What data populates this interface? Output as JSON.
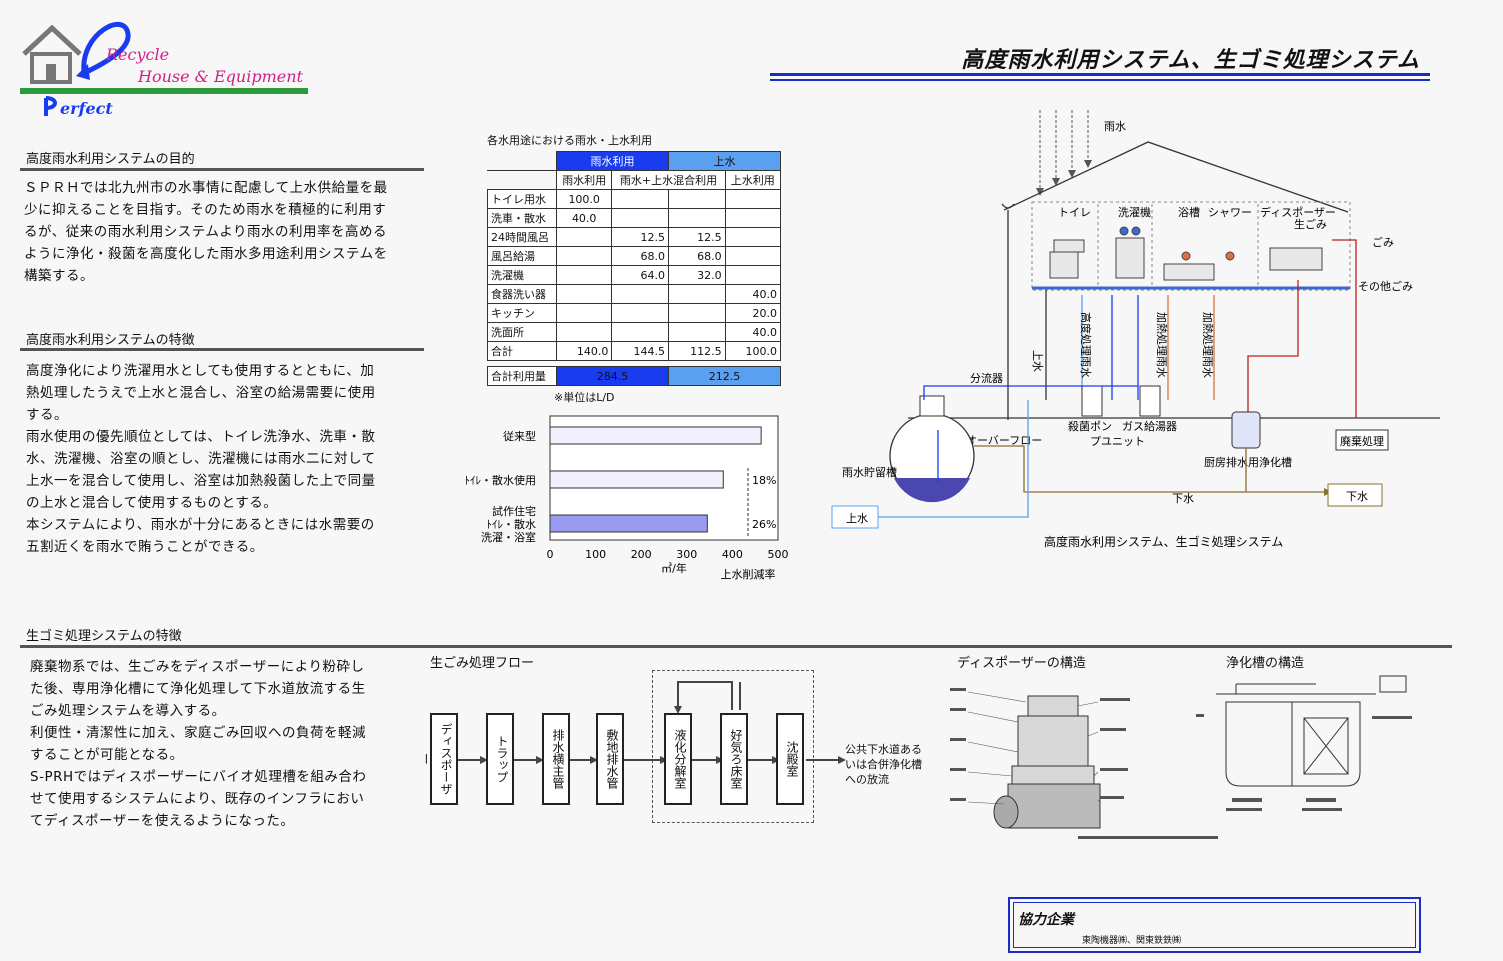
{
  "logo": {
    "line1": "Recycle",
    "line2": "House & Equipment",
    "line3": "erfect"
  },
  "page_title": "高度雨水利用システム、生ゴミ処理システム",
  "section1": {
    "heading": "高度雨水利用システムの目的",
    "lines": [
      "ＳＰＲＨでは北九州市の水事情に配慮して上水供給量を最",
      "少に抑えることを目指す。そのため雨水を積極的に利用す",
      "るが、従来の雨水利用システムより雨水の利用率を高める",
      "ように浄化・殺菌を高度化した雨水多用途利用システムを",
      "構築する。"
    ]
  },
  "section2": {
    "heading": "高度雨水利用システムの特徴",
    "lines": [
      "高度浄化により洗濯用水としても使用するとともに、加",
      "熱処理したうえで上水と混合し、浴室の給湯需要に使用",
      "する。",
      "雨水使用の優先順位としては、トイレ洗浄水、洗車・散",
      "水、洗濯機、浴室の順とし、洗濯機には雨水二に対して",
      "上水一を混合して使用し、浴室は加熱殺菌した上で同量",
      "の上水と混合して使用するものとする。",
      "本システムにより、雨水が十分にあるときには水需要の",
      "五割近くを雨水で賄うことができる。"
    ]
  },
  "section3": {
    "heading": "生ゴミ処理システムの特徴",
    "lines": [
      "廃棄物系では、生ごみをディスポーザーにより粉砕し",
      "た後、専用浄化槽にて浄化処理して下水道放流する生",
      "ごみ処理システムを導入する。",
      "利便性・清潔性に加え、家庭ごみ回収への負荷を軽減",
      "することが可能となる。",
      "S-PRHではディスポーザーにバイオ処理槽を組み合わ",
      "せて使用するシステムにより、既存のインフラにおい",
      "てディスポーザーを使えるようになった。"
    ]
  },
  "table": {
    "caption": "各水用途における雨水・上水利用",
    "group_rain": "雨水利用",
    "group_tap": "上水",
    "col1": "雨水利用",
    "col2": "雨水+上水混合利用",
    "col3": "上水利用",
    "rows": [
      {
        "label": "トイレ用水",
        "c1": "100.0",
        "c2": "",
        "c3": "",
        "c4": ""
      },
      {
        "label": "洗車・散水",
        "c1": "40.0",
        "c2": "",
        "c3": "",
        "c4": ""
      },
      {
        "label": "24時間風呂",
        "c1": "",
        "c2": "12.5",
        "c3": "12.5",
        "c4": ""
      },
      {
        "label": "風呂給湯",
        "c1": "",
        "c2": "68.0",
        "c3": "68.0",
        "c4": ""
      },
      {
        "label": "洗濯機",
        "c1": "",
        "c2": "64.0",
        "c3": "32.0",
        "c4": ""
      },
      {
        "label": "食器洗い器",
        "c1": "",
        "c2": "",
        "c3": "",
        "c4": "40.0"
      },
      {
        "label": "キッチン",
        "c1": "",
        "c2": "",
        "c3": "",
        "c4": "20.0"
      },
      {
        "label": "洗面所",
        "c1": "",
        "c2": "",
        "c3": "",
        "c4": "40.0"
      },
      {
        "label": "合計",
        "c1": "140.0",
        "c2": "144.5",
        "c3": "112.5",
        "c4": "100.0"
      }
    ],
    "total_label": "合計利用量",
    "total_rain": "284.5",
    "total_tap": "212.5",
    "unit_note": "※単位はL/D",
    "rain_color": "#1a3cf0",
    "tap_color": "#5aa0f0"
  },
  "chart_data": {
    "type": "bar",
    "orientation": "horizontal",
    "categories": [
      "従来型",
      "トイレ・散水使用",
      "試作住宅 トイレ・散水 洗濯・浴室"
    ],
    "category_lines": [
      [
        "従来型"
      ],
      [
        "ﾄｲﾚ・散水使用"
      ],
      [
        "試作住宅",
        "ﾄｲﾚ・散水",
        "洗濯・浴室"
      ]
    ],
    "values": [
      463,
      380,
      345
    ],
    "annotations": [
      "",
      "18%",
      "26%"
    ],
    "xlim": [
      0,
      500
    ],
    "xticks": [
      "0",
      "100",
      "200",
      "300",
      "400",
      "500"
    ],
    "xlabel": "㎥/年",
    "annotation_label": "上水削減率",
    "grid": false
  },
  "diagram": {
    "rain_label": "雨水",
    "rooms": [
      "トイレ",
      "洗濯機",
      "浴槽",
      "シャワー",
      "ディスポーザー"
    ],
    "food_waste": "生ごみ",
    "garbage": "ごみ",
    "other_garbage": "その他ごみ",
    "pipe_labels": [
      "上水",
      "高度処理雨水",
      "加熱処理雨水",
      "加熱処理雨水"
    ],
    "splitter": "分流器",
    "sterilizer": "殺菌ポン",
    "pump_unit": "プユニット",
    "gas_heater": "ガス給湯器",
    "overflow": "オーバーフロー",
    "tank": "雨水貯留槽",
    "septic": "厨房排水用浄化槽",
    "disposal": "廃棄処理",
    "sewer": "下水",
    "sewer_box": "下水",
    "tap_box": "上水",
    "caption": "高度雨水利用システム、生ゴミ処理システム"
  },
  "flow": {
    "title": "生ごみ処理フロー",
    "boxes": [
      "ディスポーザー",
      "トラップ",
      "排水横主管",
      "敷地排水管",
      "液化分解室",
      "好気ろ床室",
      "沈殿室"
    ],
    "outlet": [
      "公共下水道ある",
      "いは合併浄化槽",
      "への放流"
    ]
  },
  "figures": {
    "disposer_title": "ディスポーザーの構造",
    "septic_title": "浄化槽の構造"
  },
  "partner": {
    "title": "協力企業",
    "names": "東陶機器㈱、関東鉄鉄㈱"
  }
}
